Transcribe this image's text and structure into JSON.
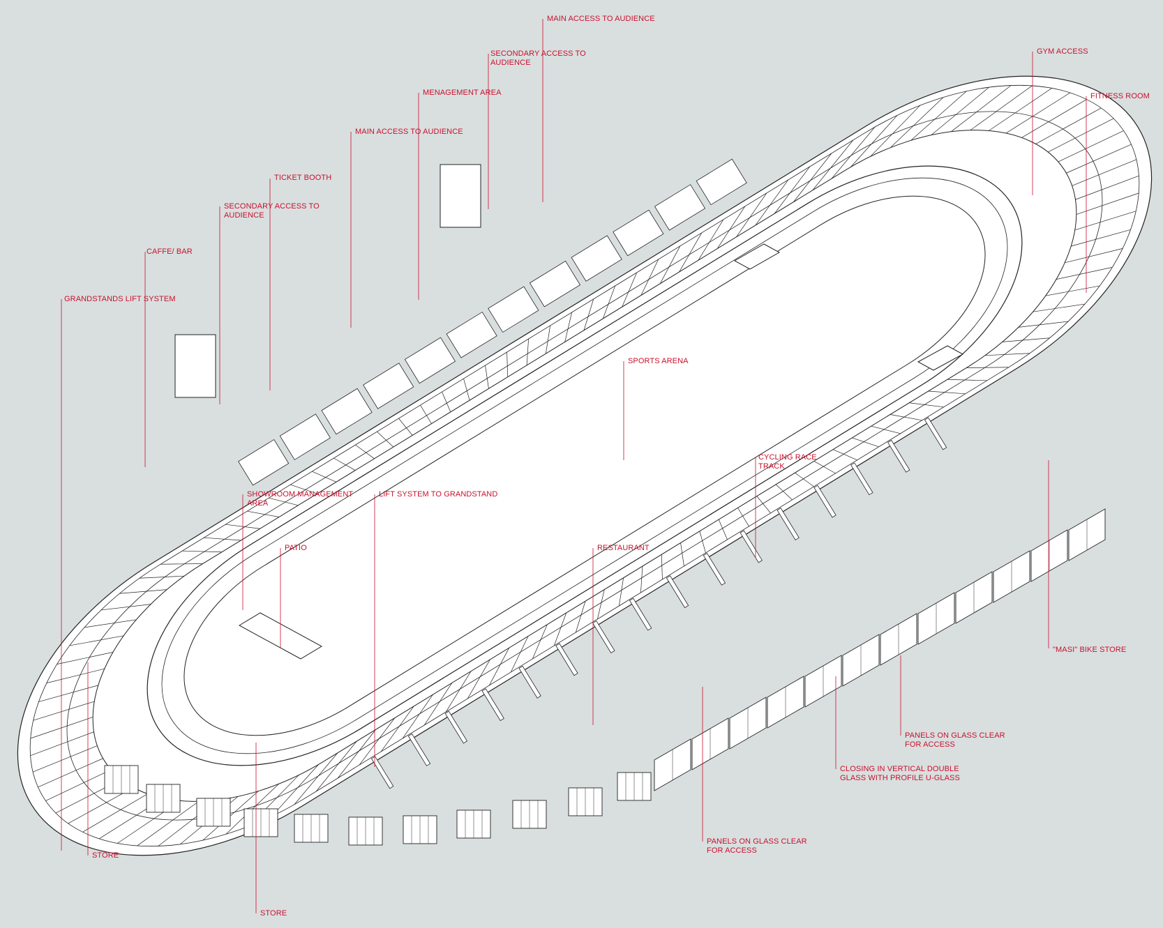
{
  "colors": {
    "background": "#d9dfdf",
    "annotation": "#c8102e",
    "linework": "#222222",
    "fill": "#ffffff"
  },
  "labels": {
    "main_access_top": "MAIN ACCESS TO AUDIENCE",
    "secondary_access_top": "SECONDARY ACCESS TO\nAUDIENCE",
    "management_area": "MENAGEMENT AREA",
    "main_access": "MAIN ACCESS TO AUDIENCE",
    "ticket_booth": "TICKET BOOTH",
    "secondary_access": "SECONDARY ACCESS TO\nAUDIENCE",
    "caffe_bar": "CAFFE/ BAR",
    "grandstands_lift": "GRANDSTANDS LIFT SYSTEM",
    "gym_access": "GYM ACCESS",
    "fitness_room": "FITNESS ROOM",
    "sports_arena": "SPORTS ARENA",
    "cycling_track": "CYCLING RACE\nTRACK",
    "showroom_management": "SHOWROOM MANAGEMENT\nAREA",
    "lift_grandstand": "LIFT SYSTEM TO GRANDSTAND",
    "patio": "PATIO",
    "restaurant": "RESTAURANT",
    "masi_store": "\"MASI\" BIKE STORE",
    "panels_access_right": "PANELS ON GLASS CLEAR\nFOR ACCESS",
    "closing_glass": "CLOSING IN VERTICAL DOUBLE\nGLASS WITH PROFILE U-GLASS",
    "panels_access_bottom": "PANELS ON GLASS CLEAR\nFOR ACCESS",
    "store_left": "STORE",
    "store_bottom": "STORE"
  }
}
